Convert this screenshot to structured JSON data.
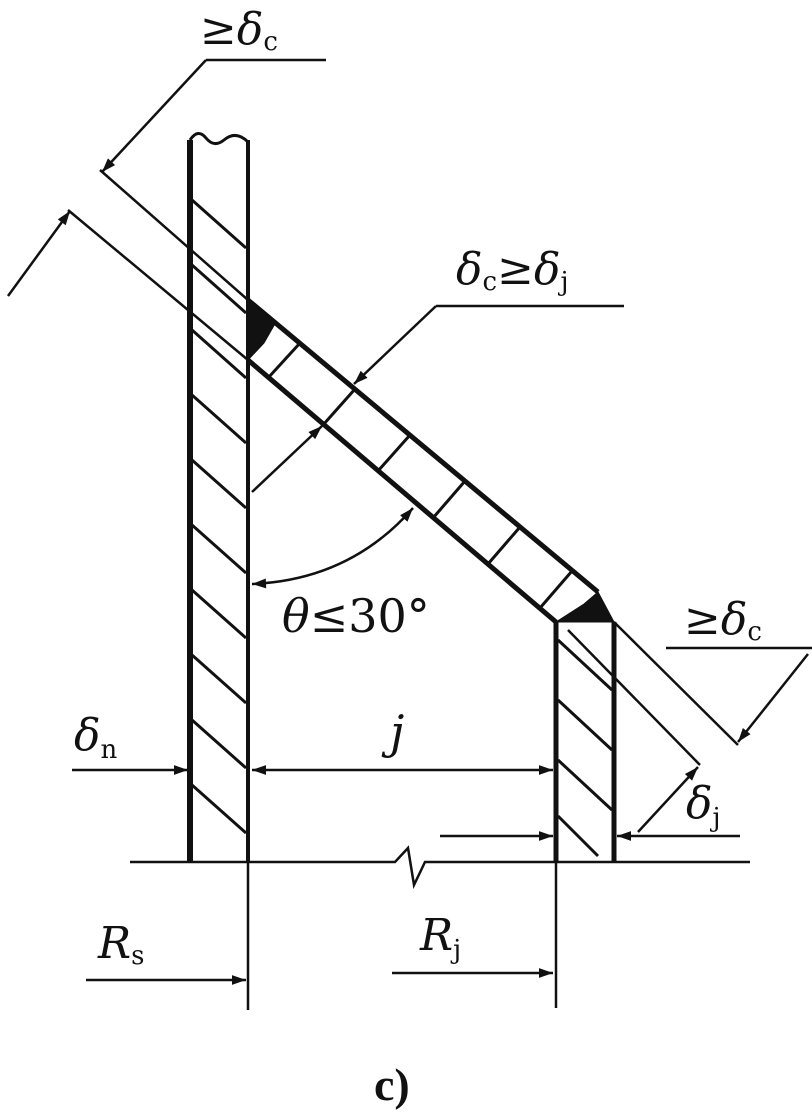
{
  "figure": {
    "caption": "c)",
    "labels": {
      "top_thickness": {
        "prefix": "≥",
        "symbol": "δ",
        "sub": "c"
      },
      "cone_thickness_relation": {
        "symbol": "δ",
        "sub1": "c",
        "rel": "≥",
        "symbol2": "δ",
        "sub2": "j"
      },
      "angle": {
        "symbol": "θ",
        "rel": "≤30°"
      },
      "right_thickness": {
        "prefix": "≥",
        "symbol": "δ",
        "sub": "c"
      },
      "shell_thickness": {
        "symbol": "δ",
        "sub": "n"
      },
      "small_end_thickness": {
        "symbol": "δ",
        "sub": "j"
      },
      "dimension_j": "j",
      "radius_large": {
        "symbol": "R",
        "sub": "s"
      },
      "radius_small": {
        "symbol": "R",
        "sub": "j"
      }
    }
  },
  "colors": {
    "ink": "#111111",
    "background": "#ffffff"
  }
}
